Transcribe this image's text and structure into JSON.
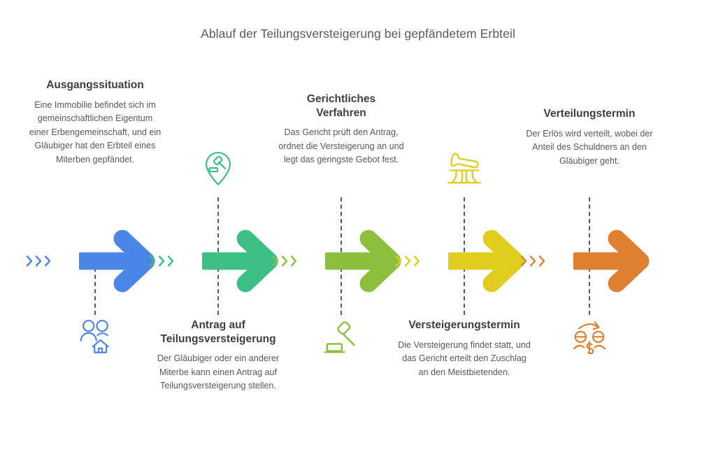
{
  "title": "Ablauf der Teilungsversteigerung bei gepfändetem Erbteil",
  "background_color": "#ffffff",
  "title_color": "#555b5e",
  "connector_color": "#5a5a5a",
  "steps": [
    {
      "index": 1,
      "title": "Ausgangssituation",
      "description": "Eine Immobilie befindet sich im gemeinschaftlichen Eigentum einer Erbengemeinschaft, und ein Gläubiger hat den Erbteil eines Miterben gepfändet.",
      "color": "#4a86e8",
      "text_position": "above",
      "icon_position": "below",
      "icon": "family-house-icon"
    },
    {
      "index": 2,
      "title": "Antrag auf\nTeilungsversteigerung",
      "description": "Der Gläubiger oder ein anderer Miterbe kann einen Antrag auf Teilungsversteigerung stellen.",
      "color": "#3cbf84",
      "text_position": "below",
      "icon_position": "above",
      "icon": "map-pin-gavel-icon"
    },
    {
      "index": 3,
      "title": "Gerichtliches\nVerfahren",
      "description": "Das Gericht prüft den Antrag, ordnet die Versteigerung an und legt das geringste Gebot fest.",
      "color": "#8cbf3c",
      "text_position": "above",
      "icon_position": "below",
      "icon": "gavel-block-icon"
    },
    {
      "index": 4,
      "title": "Versteigerungstermin",
      "description": "Die Versteigerung findet statt, und das Gericht erteilt den Zuschlag an den Meistbietenden.",
      "color": "#e0cd1e",
      "text_position": "below",
      "icon_position": "above",
      "icon": "auction-podium-icon"
    },
    {
      "index": 5,
      "title": "Verteilungstermin",
      "description": "Der Erlös wird verteilt, wobei der Anteil des Schuldners an den Gläubiger geht.",
      "color": "#df8030",
      "text_position": "above",
      "icon_position": "below",
      "icon": "money-transfer-people-icon"
    }
  ]
}
